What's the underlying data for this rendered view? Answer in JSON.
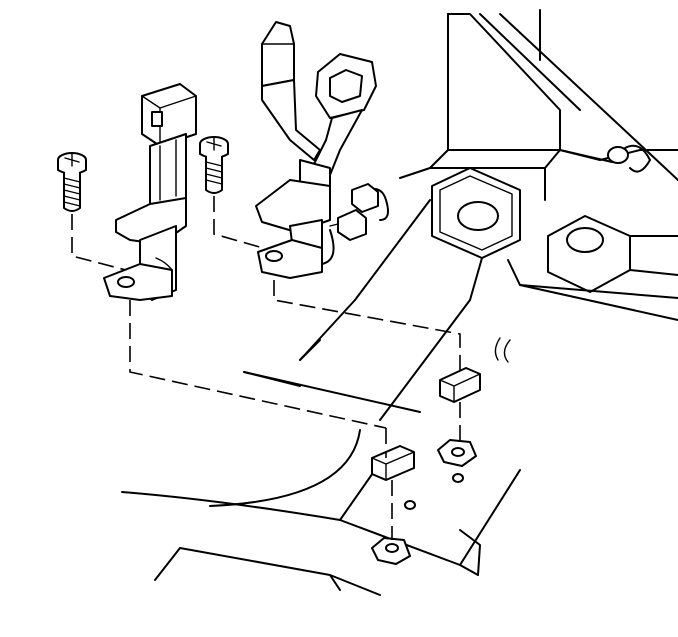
{
  "diagram": {
    "description_visible_text": [],
    "parts": [
      {
        "name": "screw",
        "count": 2
      },
      {
        "name": "seat-belt-buckle",
        "count": 2
      },
      {
        "name": "nut-plate",
        "count": 2
      },
      {
        "name": "wiring-connector",
        "count": 1
      }
    ],
    "style": {
      "line_color": "#000000",
      "background": "#ffffff"
    }
  }
}
